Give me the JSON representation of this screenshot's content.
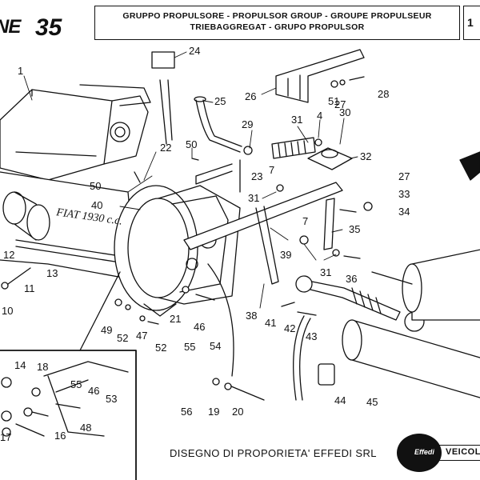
{
  "header": {
    "brand": "NE",
    "model": "35",
    "title_line1": "GRUPPO PROPULSORE - PROPULSOR GROUP - GROUPE PROPULSEUR",
    "title_line2": "TRIEBAGGREGAT - GRUPO PROPULSOR",
    "page": "1"
  },
  "engine_marking": "FIAT 1930 c.c.",
  "footer": {
    "copyright": "DISEGNO DI PROPORIETA' EFFEDI SRL",
    "logo_text": "Effedi",
    "brand_right": "VEICOLI"
  },
  "callouts": [
    "1",
    "4",
    "7",
    "7",
    "10",
    "11",
    "12",
    "13",
    "14",
    "16",
    "17",
    "18",
    "19",
    "20",
    "21",
    "22",
    "23",
    "24",
    "25",
    "26",
    "27",
    "27",
    "28",
    "29",
    "30",
    "31",
    "31",
    "31",
    "32",
    "33",
    "34",
    "35",
    "36",
    "38",
    "39",
    "40",
    "41",
    "42",
    "43",
    "44",
    "45",
    "46",
    "46",
    "47",
    "48",
    "49",
    "50",
    "50",
    "51",
    "52",
    "52",
    "53",
    "54",
    "55",
    "55",
    "56"
  ]
}
